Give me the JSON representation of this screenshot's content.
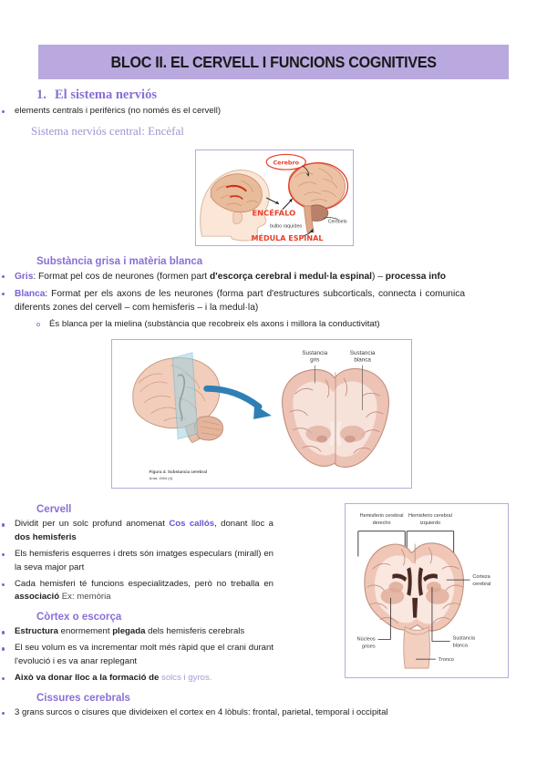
{
  "document": {
    "banner_title": "BLOC II. EL CERVELL I FUNCIONS COGNITIVES",
    "colors": {
      "banner_bg": "#b9a9df",
      "heading_purple": "#8a6fd6",
      "subheading_light": "#a094d2",
      "accent_blue": "#6254d6",
      "accent_light": "#a79ad6",
      "figure_border": "#b9a9df",
      "bullet": "#7b66cf",
      "body_text": "#1f1f1f",
      "handwriting_red": "#e8402a",
      "arrow_blue": "#2e7fb5"
    }
  },
  "section_1": {
    "index": "1.",
    "title": "El sistema nerviós",
    "bullets": [
      "elements centrals i perifèrics (no només és el cervell)"
    ],
    "subheading": "Sistema nerviós central: Encèfal"
  },
  "section_substancia": {
    "heading": "Substància grisa i matèria blanca",
    "bullet_gris": {
      "label": "Gris",
      "text_a": ": Format pel cos de neurones (formen part ",
      "bold_a": "d'escorça cerebral i medul·la espinal",
      "text_b": ") – ",
      "bold_b": "processa info"
    },
    "bullet_blanca": {
      "label": "Blanca",
      "text": ": Format per els axons de les neurones (forma part d'estructures subcorticals, connecta i comunica diferents zones del cervell – com hemisferis – i la medul·la)",
      "sub": "És blanca per la mielina (substància que recobreix els axons i millora la conductivitat)"
    }
  },
  "section_cervell": {
    "heading": "Cervell",
    "bullets": [
      {
        "pre": "Dividit per un solc profund anomenat ",
        "accent": "Cos callós",
        "post": ", donant lloc a ",
        "bold_tail": "dos hemisferis"
      },
      {
        "plain": "Els hemisferis esquerres i drets són imatges especulars (mirall) en la seva major part"
      },
      {
        "pre": "Cada hemisferi té funcions especialitzades, però no treballa en ",
        "bold_tail": "associació",
        "muted_tail": " Ex: memòria"
      }
    ]
  },
  "section_cortex": {
    "heading": "Còrtex o escorça",
    "bullets": [
      {
        "bold_a": "Estructura",
        "mid": " enormement ",
        "bold_b": "plegada",
        "post": " dels hemisferis cerebrals"
      },
      {
        "plain": "El seu volum es va incrementar molt més ràpid que el crani durant l'evolució i es va anar replegant"
      },
      {
        "pre_bold": "Això va donar lloc a la formació de ",
        "accent_light": "solcs i gyros."
      }
    ]
  },
  "section_cissures": {
    "heading": "Cissures cerebrals",
    "bullets": [
      "3 grans surcos o cisures que divideixen el cortex en 4 lòbuls: frontal, parietal, temporal i occipital"
    ]
  },
  "figure_1": {
    "name": "encefal-diagram",
    "labels": {
      "cerebro": "Cerebro",
      "encefalo": "ENCÉFALO",
      "bulbo": "bulbo raquídeo",
      "cerebelo": "Cerebelo",
      "medula": "MÉDULA ESPINAL"
    }
  },
  "figure_2": {
    "name": "substancia-gris-blanca-diagram",
    "labels": {
      "gris": "Sustancia gris",
      "blanca": "Sustancia blanca"
    },
    "caption": "Figura 4: Substancia cerebral"
  },
  "figure_3": {
    "name": "coronal-section-diagram",
    "labels": {
      "hemi_dreta": "Hemisferio cerebral derecho",
      "hemi_esq": "Hemisferio cerebral izquierdo",
      "corteza": "Corteza cerebral",
      "nucleos": "Núcleos grises",
      "blanca": "Sustancia blanca",
      "tronco": "Tronco"
    }
  }
}
